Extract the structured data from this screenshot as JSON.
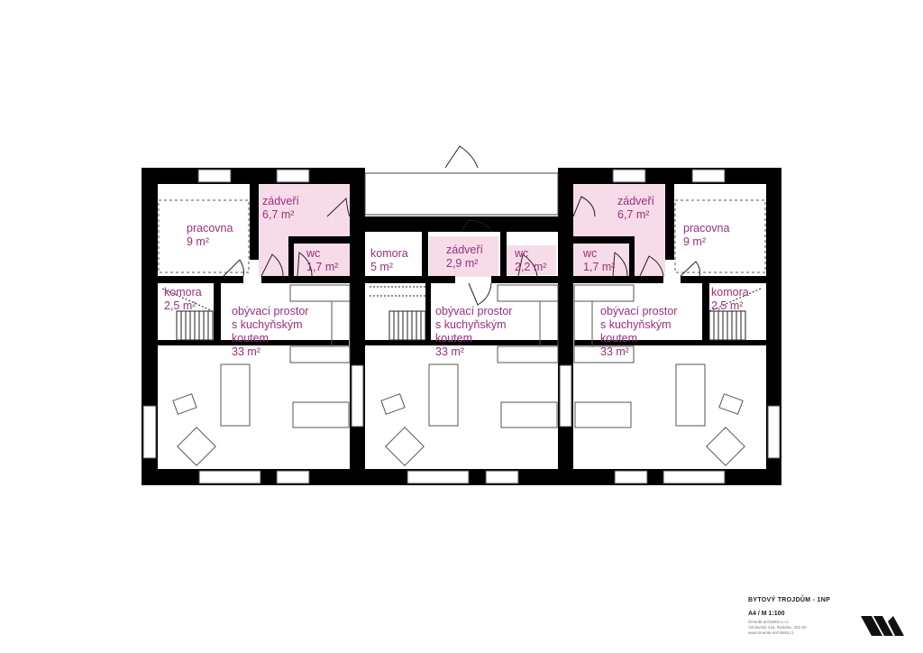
{
  "colors": {
    "wall": "#000000",
    "line": "#444444",
    "pink_room": "#f6dce8",
    "label": "#9a2f7c",
    "background": "#ffffff"
  },
  "rooms": {
    "u1_pracovna": {
      "name": "pracovna",
      "area": "9 m²"
    },
    "u1_zadveri": {
      "name": "zádveří",
      "area": "6,7 m²"
    },
    "u1_wc": {
      "name": "wc",
      "area": "1,7 m²"
    },
    "u1_komora": {
      "name": "komora",
      "area": "2,5 m²"
    },
    "u1_living": {
      "line1": "obývací prostor",
      "line2": "s kuchyňským",
      "line3": "koutem",
      "area": "33 m²"
    },
    "u2_komora": {
      "name": "komora",
      "area": "5 m²"
    },
    "u2_zadveri": {
      "name": "zádveří",
      "area": "2,9 m²"
    },
    "u2_wc": {
      "name": "wc",
      "area": "2,2 m²"
    },
    "u2_living": {
      "line1": "obývací prostor",
      "line2": "s kuchyňským",
      "line3": "koutem",
      "area": "33 m²"
    },
    "u3_wc": {
      "name": "wc",
      "area": "1,7 m²"
    },
    "u3_zadveri": {
      "name": "zádveří",
      "area": "6,7 m²"
    },
    "u3_pracovna": {
      "name": "pracovna",
      "area": "9 m²"
    },
    "u3_komora": {
      "name": "komora",
      "area": "2,5 m²"
    },
    "u3_living": {
      "line1": "obývací prostor",
      "line2": "s kuchyňským",
      "line3": "koutem",
      "area": "33 m²"
    }
  },
  "title_block": {
    "title": "BYTOVÝ TROJDŮM - 1NP",
    "scale": "A4 / M 1:100",
    "office": "Šmerák architekti s.r.o.",
    "address": "Václavská 416, Rudolec, 252 60",
    "web": "www.smerak-architekti.cz"
  },
  "logo_icon": "office-logo-icon"
}
